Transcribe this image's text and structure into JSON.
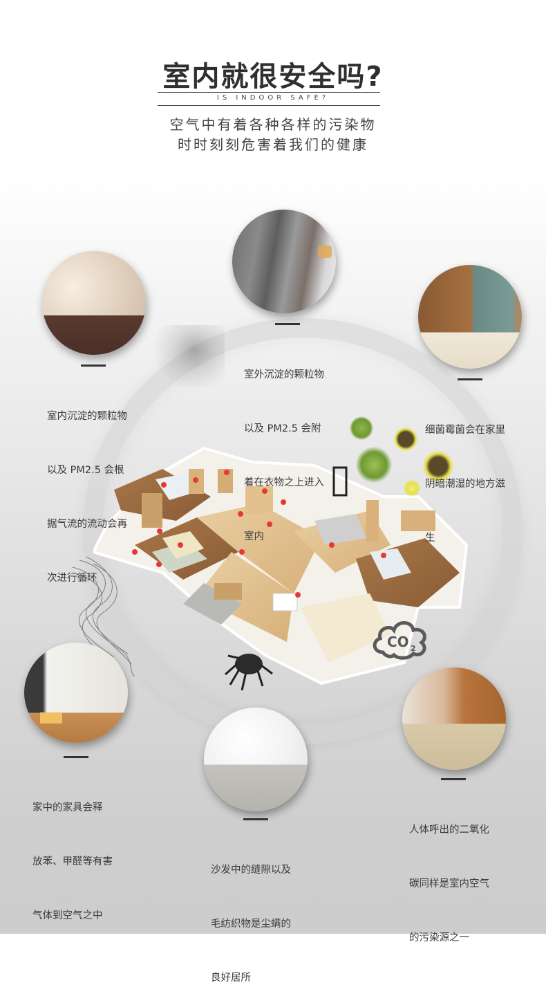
{
  "header": {
    "title": "室内就很安全吗?",
    "subtitle_en": "IS INDOOR SAFE?",
    "tagline_lines": [
      "空气中有着各种各样的污染物",
      "时时刻刻危害着我们的健康"
    ]
  },
  "colors": {
    "title_text": "#2f2f2f",
    "caption_text": "#3a3a3a",
    "divider_bar": "#333333",
    "background_top": "#ffffff",
    "background_bottom": "#cdcdcd",
    "pin_red": "#e53935",
    "germ_green": "#7aa23a",
    "germ_brown": "#5b4a2a",
    "germ_yellow": "#e6e04a"
  },
  "items": [
    {
      "id": "living-room",
      "image": "living-room-photo",
      "caption_lines": [
        "室内沉淀的颗粒物",
        "以及 PM2.5 会根",
        "据气流的流动会再",
        "次进行循环"
      ]
    },
    {
      "id": "clothes",
      "image": "clothes-rack-photo",
      "caption_lines": [
        "室外沉淀的颗粒物",
        "以及 PM2.5 会附",
        "着在衣物之上进入",
        "室内"
      ]
    },
    {
      "id": "kitchen",
      "image": "kitchen-photo",
      "caption_lines": [
        "细菌霉菌会在家里",
        "阴暗潮湿的地方滋",
        "生"
      ]
    },
    {
      "id": "furniture",
      "image": "sofa-room-photo",
      "caption_lines": [
        "家中的家具会释",
        "放苯、甲醛等有害",
        "气体到空气之中"
      ]
    },
    {
      "id": "sofa",
      "image": "armchair-books-photo",
      "caption_lines": [
        "沙发中的缝隙以及",
        "毛纺织物是尘螨的",
        "良好居所"
      ]
    },
    {
      "id": "people",
      "image": "family-playing-photo",
      "caption_lines": [
        "人体呼出的二氧化",
        "碳同样是室内空气",
        "的污染源之一"
      ]
    }
  ],
  "illustration": {
    "center": "3d-floor-plan",
    "co2_label": "CO",
    "co2_sub": "2",
    "icons": [
      "bacteria-icon",
      "smoke-icon",
      "dust-mite-icon",
      "co2-cloud-icon",
      "particle-dust-icon"
    ]
  }
}
